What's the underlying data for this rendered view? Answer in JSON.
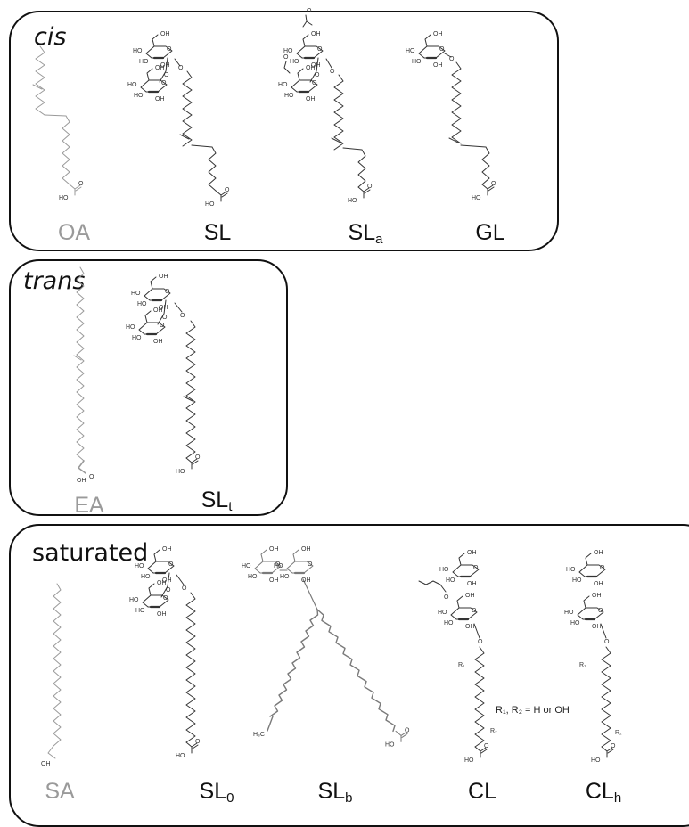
{
  "panels": {
    "cis": {
      "title": "cis",
      "molecules": [
        {
          "name": "OA",
          "sub": "",
          "grey": true
        },
        {
          "name": "SL",
          "sub": "",
          "grey": false
        },
        {
          "name": "SL",
          "sub": "a",
          "grey": false
        },
        {
          "name": "GL",
          "sub": "",
          "grey": false
        }
      ]
    },
    "trans": {
      "title": "trans",
      "molecules": [
        {
          "name": "EA",
          "sub": "",
          "grey": true
        },
        {
          "name": "SL",
          "sub": "t",
          "grey": false
        }
      ]
    },
    "saturated": {
      "title": "saturated",
      "molecules": [
        {
          "name": "SA",
          "sub": "",
          "grey": true
        },
        {
          "name": "SL",
          "sub": "0",
          "grey": false
        },
        {
          "name": "SL",
          "sub": "b",
          "grey": false
        },
        {
          "name": "CL",
          "sub": "",
          "grey": false
        },
        {
          "name": "CL",
          "sub": "h",
          "grey": false
        }
      ],
      "note": "R₁, R₂ = H or OH"
    }
  },
  "atom_labels": {
    "ho": "HO",
    "oh": "OH",
    "o": "O",
    "h3c": "H₃C",
    "r1": "R₁",
    "r2": "R₂"
  },
  "colors": {
    "border": "#111111",
    "structure": "#333333",
    "fatty_acid": "#9a9a9a",
    "label_grey": "#9a9a9a"
  }
}
